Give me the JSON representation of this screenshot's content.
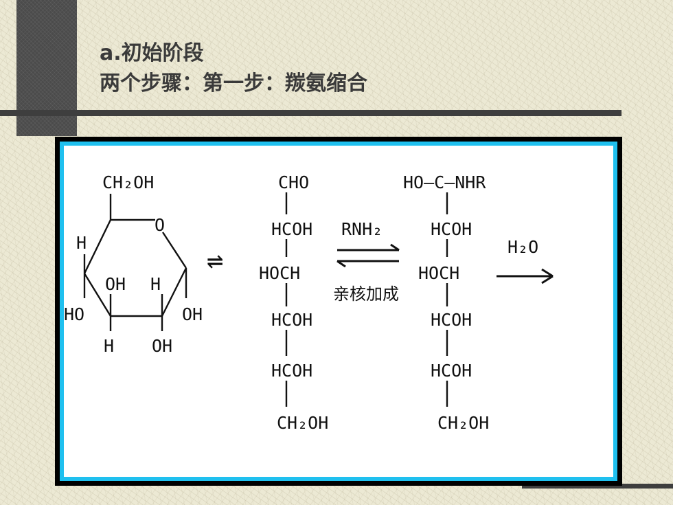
{
  "title": {
    "line1": "a.初始阶段",
    "line2": "两个步骤：第一步：羰氨缩合"
  },
  "diagram": {
    "ring": {
      "ch2oh": "CH₂OH",
      "ring_o": "O",
      "h_left": "H",
      "oh_inner": "OH",
      "h_inner": "H",
      "oh_right": "OH",
      "ho_left": "HO",
      "h_bottom": "H",
      "oh_bottom": "OH"
    },
    "equilibrium_arrow": "⇌",
    "open_chain": [
      "CHO",
      "HCOH",
      "HOCH",
      "HCOH",
      "HCOH",
      "CH₂OH"
    ],
    "reagent": "RNH₂",
    "reaction_label": "亲核加成",
    "adduct_chain": [
      "HO—C—NHR",
      "HCOH",
      "HOCH",
      "HCOH",
      "HCOH",
      "CH₂OH"
    ],
    "water_label": "H₂O"
  }
}
